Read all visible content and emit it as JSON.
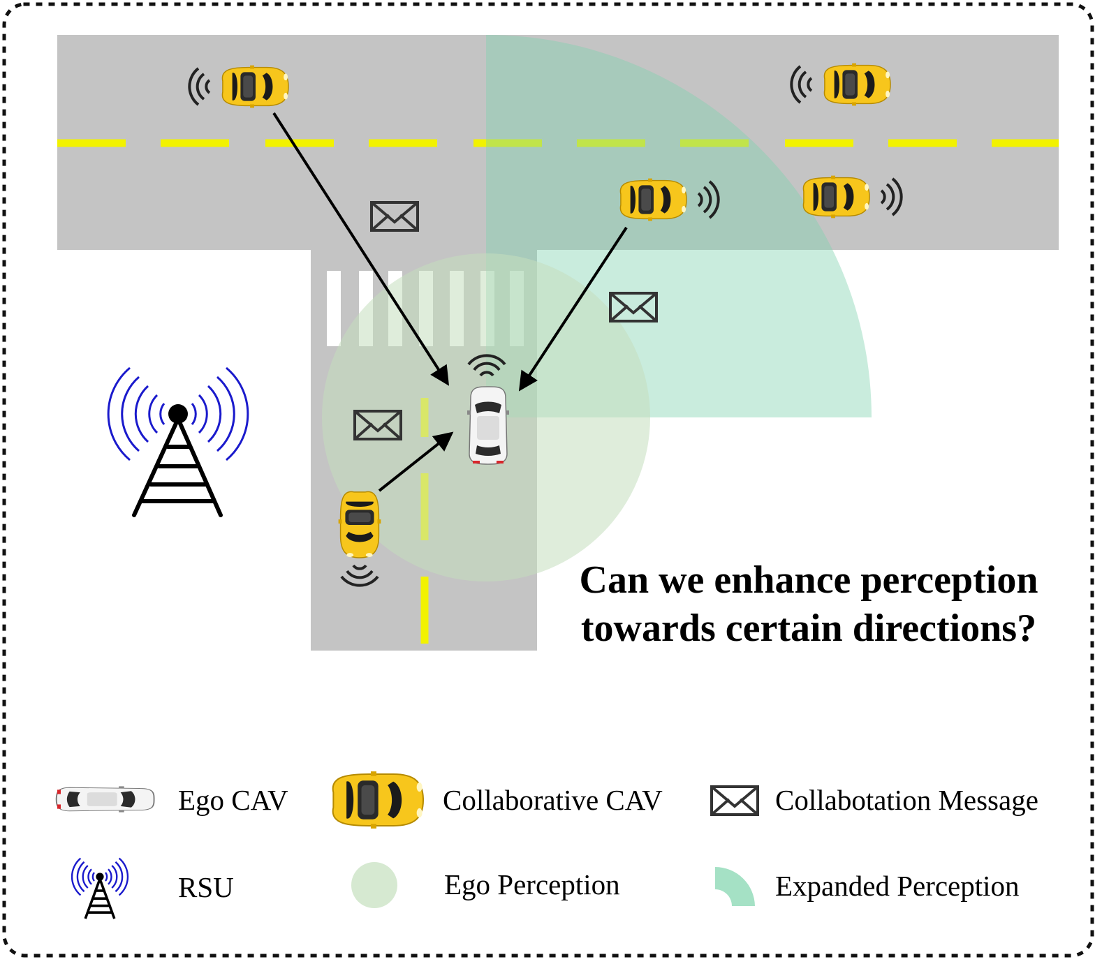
{
  "question": {
    "line1": "Can we enhance perception",
    "line2": "towards certain directions?"
  },
  "legend": {
    "ego_cav": "Ego CAV",
    "collaborative_cav": "Collaborative CAV",
    "message": "Collabotation Message",
    "rsu": "RSU",
    "ego_perception": "Ego Perception",
    "expanded_perception": "Expanded Perception"
  },
  "colors": {
    "road": "#c4c4c4",
    "lane_marking": "#f2f200",
    "crosswalk": "#ffffff",
    "ego_perception": "#c5dfbd",
    "expanded_perception": "#8fd9b6",
    "car_yellow": "#f7c61c",
    "car_white": "#f4f4f4",
    "rsu_waves": "#1a1acc",
    "arrow": "#000000",
    "border": "#111111"
  },
  "icons": {
    "ego_cav": "white-car-icon",
    "collaborative_cav": "yellow-car-icon",
    "message": "envelope-icon",
    "rsu": "antenna-tower-icon",
    "signal": "wireless-signal-icon"
  }
}
